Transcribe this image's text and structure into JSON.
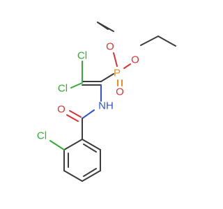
{
  "molecule": {
    "atoms": {
      "cl_top": {
        "symbol": "Cl",
        "color": "#2fae2f"
      },
      "cl_left": {
        "symbol": "Cl",
        "color": "#2fae2f"
      },
      "cl_ring": {
        "symbol": "Cl",
        "color": "#2fae2f"
      },
      "p": {
        "symbol": "P",
        "color": "#f08a1c"
      },
      "o_ethoxy_left": {
        "symbol": "O",
        "color": "#e03030"
      },
      "o_ethoxy_right": {
        "symbol": "O",
        "color": "#e03030"
      },
      "o_phosphoryl": {
        "symbol": "O",
        "color": "#e03030"
      },
      "o_carbonyl": {
        "symbol": "O",
        "color": "#e03030"
      },
      "n_amide": {
        "symbol": "NH",
        "color": "#3050e0"
      }
    },
    "bond_color": "#3c3c3c"
  }
}
